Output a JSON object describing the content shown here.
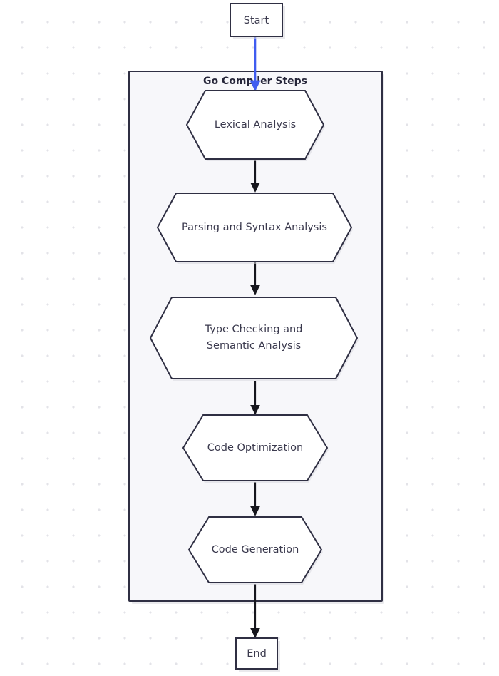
{
  "diagram": {
    "type": "flowchart",
    "direction": "top-to-bottom",
    "background": "#ffffff",
    "dot_grid_color": "#e3e3e8",
    "node_stroke_color": "#2f2f43",
    "node_fill_color": "#ffffff",
    "label_color": "#3b3a4e",
    "edge_color": "#16161d",
    "accent_edge_color": "#3f5cf0",
    "cluster_fill_color": "#f7f7fa",
    "cluster": {
      "title": "Go Compiler Steps"
    },
    "terminals": {
      "start": "Start",
      "end": "End"
    },
    "steps": [
      {
        "id": "lexical-analysis",
        "label": "Lexical Analysis",
        "lines": [
          "Lexical Analysis"
        ]
      },
      {
        "id": "parsing-and-syntax-analysis",
        "label": "Parsing and Syntax Analysis",
        "lines": [
          "Parsing and Syntax Analysis"
        ]
      },
      {
        "id": "type-checking-and-semantic-analysis",
        "label": "Type Checking and Semantic Analysis",
        "lines": [
          "Type Checking and",
          "Semantic Analysis"
        ]
      },
      {
        "id": "code-optimization",
        "label": "Code Optimization",
        "lines": [
          "Code Optimization"
        ]
      },
      {
        "id": "code-generation",
        "label": "Code Generation",
        "lines": [
          "Code Generation"
        ]
      }
    ],
    "edges": [
      {
        "from": "start",
        "to": "lexical-analysis",
        "style": "accent"
      },
      {
        "from": "lexical-analysis",
        "to": "parsing-and-syntax-analysis",
        "style": "default"
      },
      {
        "from": "parsing-and-syntax-analysis",
        "to": "type-checking-and-semantic-analysis",
        "style": "default"
      },
      {
        "from": "type-checking-and-semantic-analysis",
        "to": "code-optimization",
        "style": "default"
      },
      {
        "from": "code-optimization",
        "to": "code-generation",
        "style": "default"
      },
      {
        "from": "code-generation",
        "to": "end",
        "style": "default"
      }
    ]
  }
}
